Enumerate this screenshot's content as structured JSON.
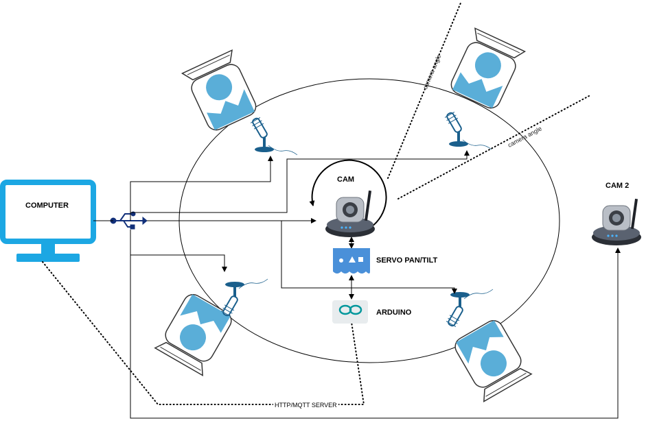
{
  "labels": {
    "computer": "COMPUTER",
    "cam": "CAM",
    "cam2": "CAM 2",
    "servo": "SERVO PAN/TILT",
    "arduino": "ARDUINO",
    "server": "HTTP/MQTT SERVER",
    "camera_angle_1": "camera angle",
    "camera_angle_2": "camera angle"
  },
  "icons": {
    "computer": "monitor-icon",
    "usb": "usb-icon",
    "cam": "ip-camera-icon",
    "cam2": "ip-camera-icon",
    "servo": "servo-block-icon",
    "arduino": "arduino-logo-icon",
    "microphone": "microphone-icon",
    "person": "person-in-chair-icon"
  },
  "colors": {
    "computer": "#1ca7e3",
    "person": "#5aaed8",
    "mic": "#1a5f8c",
    "servo": "#4a90d9",
    "arduino": "#00979c",
    "line": "#000000"
  }
}
